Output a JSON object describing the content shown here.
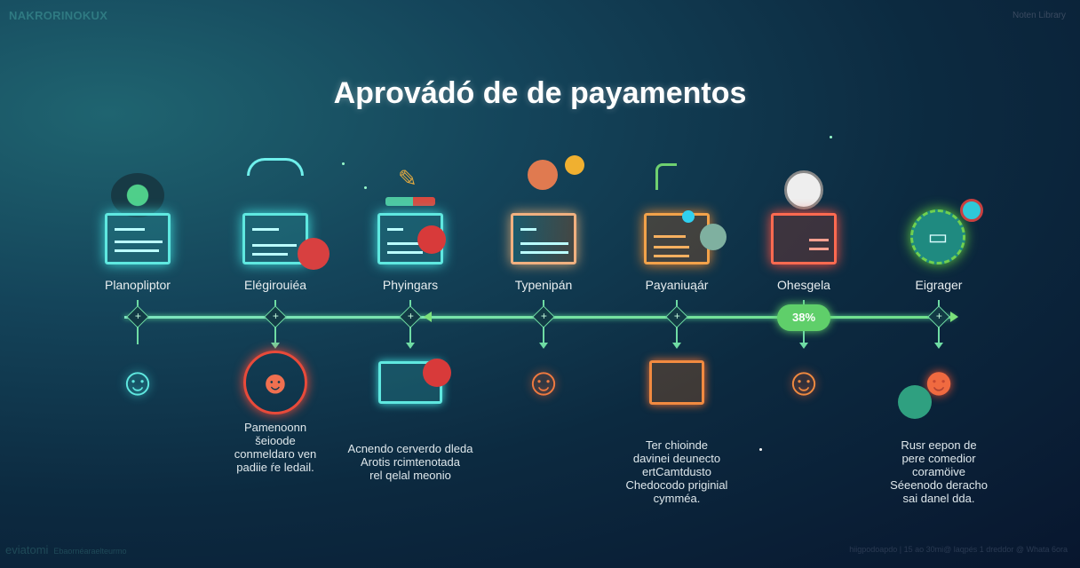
{
  "header": {
    "brand": "NAKRORINOKUX",
    "library": "Noten Library"
  },
  "title": "Aprovádó de de payamentos",
  "accent_colors": {
    "teal": "#5fe8e0",
    "green": "#6fdca4",
    "orange": "#f2a24a",
    "red": "#ff6a50",
    "badge": "#5fcf6a"
  },
  "steps": [
    {
      "label": "Planopliptor",
      "desc": []
    },
    {
      "label": "Elégirouiéa",
      "desc": [
        "Pamenoonn",
        "šeioode",
        "conmeldaro ven",
        "padiie ŕe ledail."
      ]
    },
    {
      "label": "Phyingars",
      "desc": [
        "Acnendo cerverdo dleda",
        "Arotis rcimtenotada",
        "rel qelal meonio"
      ]
    },
    {
      "label": "Typenipán",
      "desc": []
    },
    {
      "label": "Payaniuąár",
      "desc": [
        "Ter chioinde",
        "davinei deunecto",
        "ertCamtdusto",
        "Chedocodo priginial",
        "cymméa."
      ]
    },
    {
      "label": "Ohesgela",
      "desc": []
    },
    {
      "label": "Eigrager",
      "desc": [
        "Rusr eepon de",
        "pere comedior",
        "coramöive",
        "Séeenodo deracho",
        "sai danel dda."
      ]
    }
  ],
  "progress_badge": "38%",
  "footer": {
    "left": "eviatomi",
    "left_small": "Ebaornéaraelteurmo",
    "right": "hiigpodoapdo | 15 ao 30mi@ laqpés 1 dreddor @ Whata 6ora"
  }
}
